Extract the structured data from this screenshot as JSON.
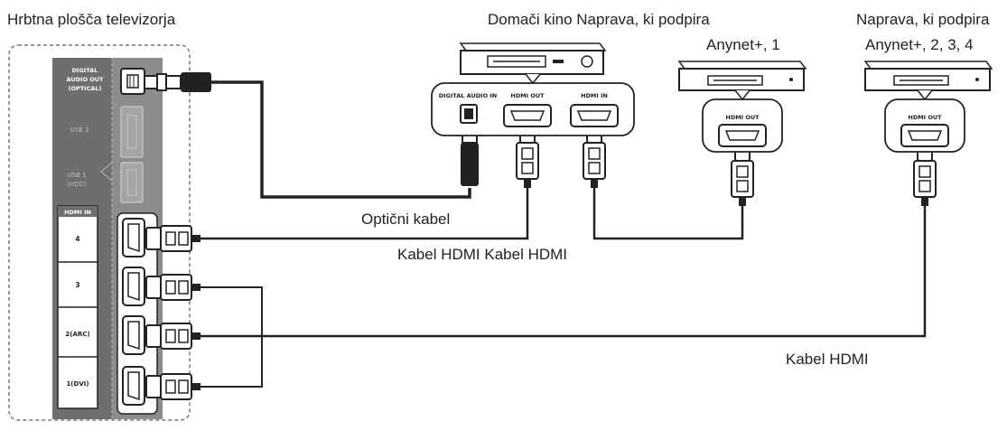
{
  "labels": {
    "tv_back": "Hrbtna plošča televizorja",
    "home_cinema": "Domači kino Naprava, ki podpira",
    "device1_line1": "Anynet+, 1",
    "device2_line1": "Naprava, ki podpira",
    "device2_line2": "Anynet+, 2, 3, 4",
    "optical_cable": "Optični kabel",
    "hdmi_cables": "Kabel HDMI Kabel HDMI",
    "hdmi_cable": "Kabel HDMI"
  },
  "tv_panel": {
    "digital_audio_out": [
      "DIGITAL",
      "AUDIO OUT",
      "(OPTICAL)"
    ],
    "usb1": "USB 2",
    "usb2": [
      "USB 1",
      "(HDD)"
    ],
    "hdmi_in_header": "HDMI IN",
    "hdmi_ports": [
      "4",
      "3",
      "2(ARC)",
      "1(DVI)"
    ]
  },
  "home_cinema_ports": {
    "optical_in": "DIGITAL AUDIO IN",
    "hdmi_out": "HDMI OUT",
    "hdmi_in": "HDMI IN"
  },
  "device_ports": {
    "device1_hdmi_out": "HDMI OUT",
    "device2_hdmi_out": "HDMI OUT"
  }
}
